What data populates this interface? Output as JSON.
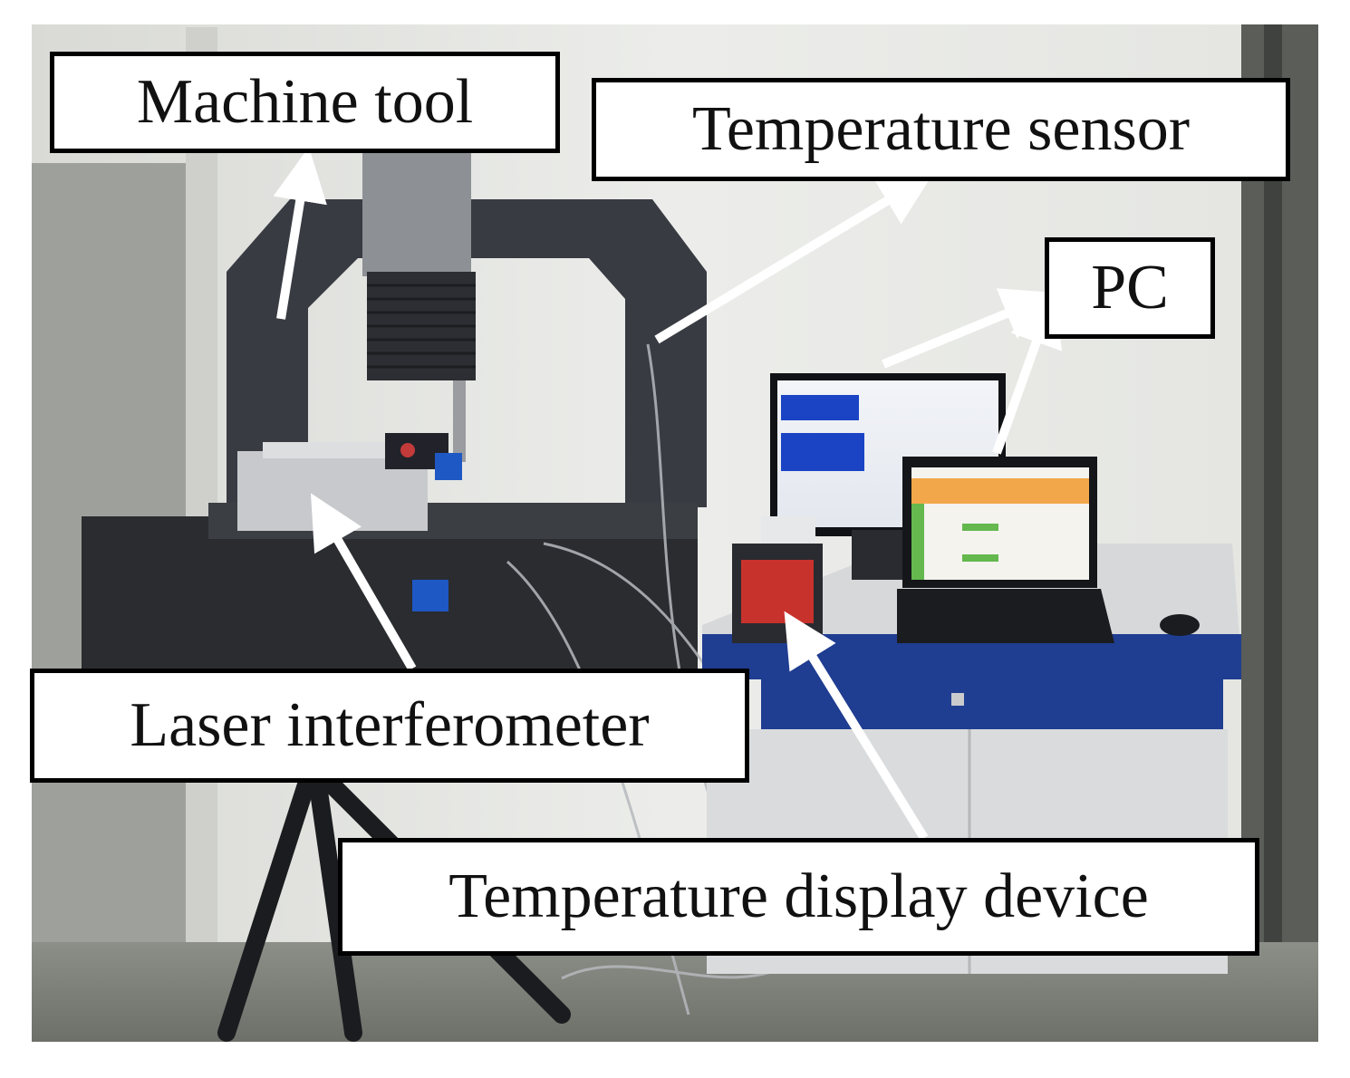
{
  "labels": {
    "machine_tool": "Machine tool",
    "temperature_sensor": "Temperature sensor",
    "pc": "PC",
    "laser_interferometer": "Laser interferometer",
    "temperature_display_device": "Temperature display device"
  },
  "colors": {
    "wall": "#e6e7e3",
    "frame": "#383b42",
    "desk_blue": "#1f3d91",
    "monitor_blue": "#1a44c4",
    "display_red": "#c8322c",
    "arrow": "#ffffff",
    "label_border": "#000000"
  },
  "icons": {
    "arrow": "arrow-pointer-icon"
  }
}
